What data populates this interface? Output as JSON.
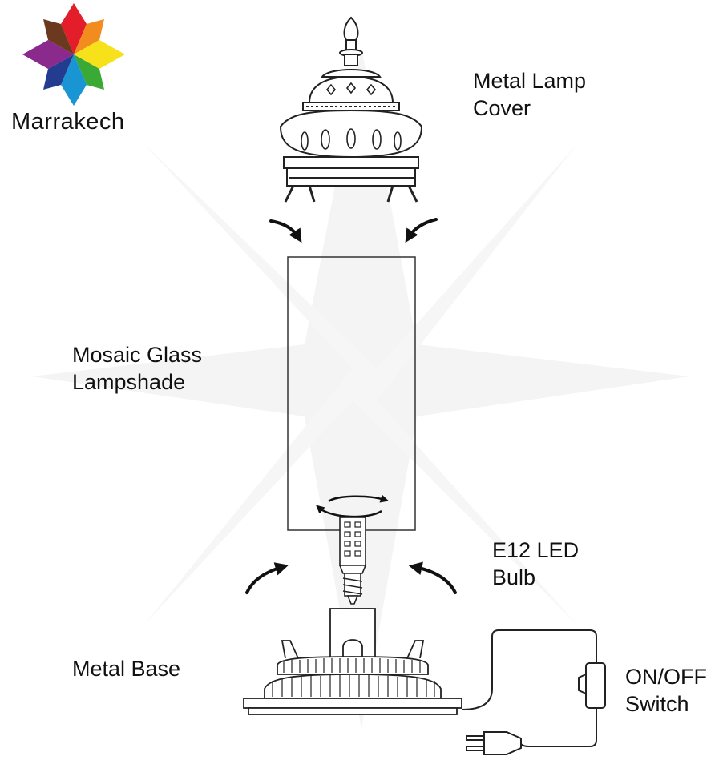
{
  "brand": {
    "name": "Marrakech",
    "logo_colors": [
      "#e41d2a",
      "#f28c1f",
      "#f7e11b",
      "#3aa935",
      "#1a95d4",
      "#243c8f",
      "#8a2a8c",
      "#6b3a1e"
    ]
  },
  "labels": {
    "cover": [
      "Metal Lamp",
      "Cover"
    ],
    "shade": [
      "Mosaic Glass",
      "Lampshade"
    ],
    "bulb": [
      "E12 LED",
      "Bulb"
    ],
    "base": [
      "Metal Base"
    ],
    "switch": [
      "ON/OFF",
      "Switch"
    ]
  },
  "colors": {
    "ink": "#111111",
    "watermark": "#f3f3f3"
  }
}
